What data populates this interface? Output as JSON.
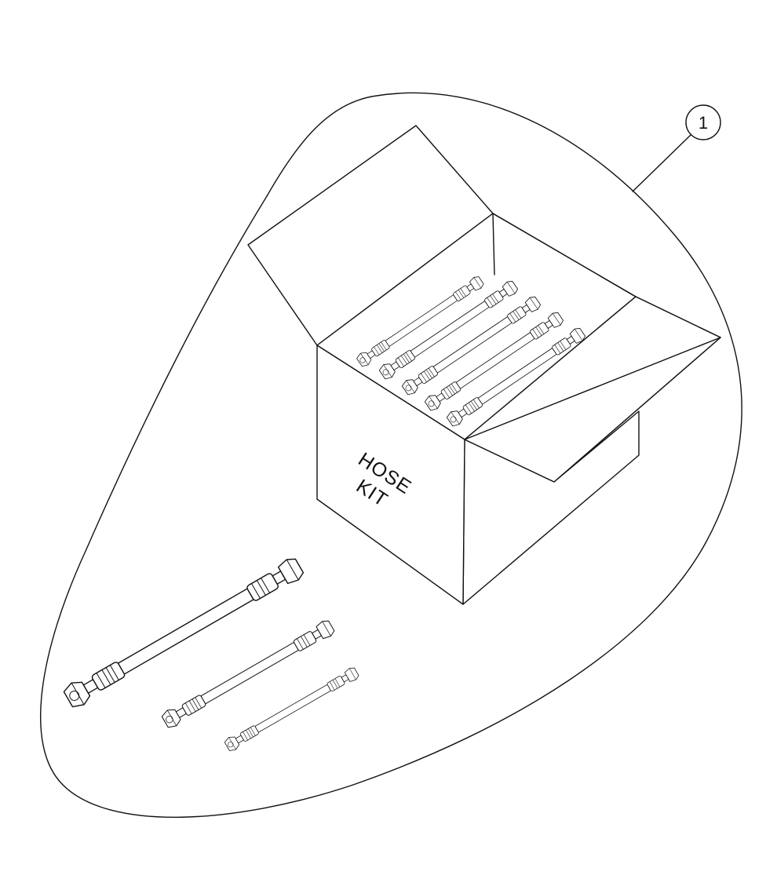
{
  "callout": {
    "number": "1"
  },
  "box": {
    "label_line1": "HOSE",
    "label_line2": "KIT"
  }
}
